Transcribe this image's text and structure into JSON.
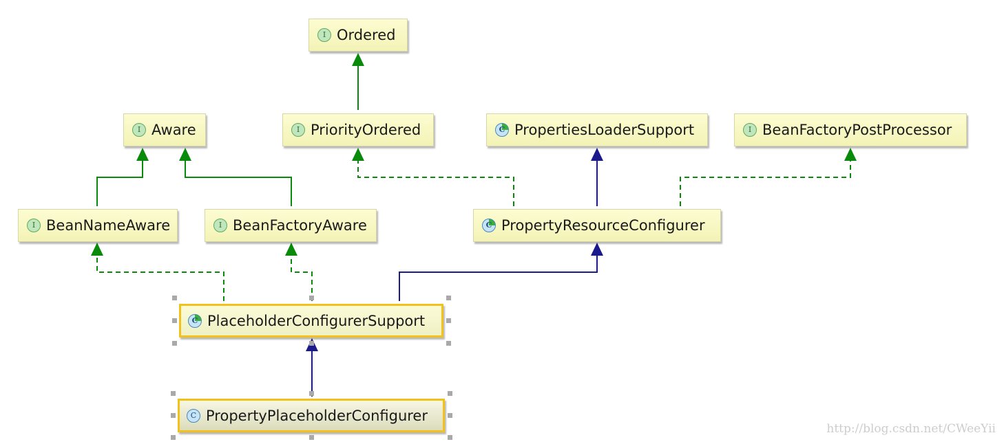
{
  "diagram": {
    "nodes": {
      "ordered": {
        "label": "Ordered",
        "kind": "interface",
        "icon_letter": "I"
      },
      "aware": {
        "label": "Aware",
        "kind": "interface",
        "icon_letter": "I"
      },
      "priority_ordered": {
        "label": "PriorityOrdered",
        "kind": "interface",
        "icon_letter": "I"
      },
      "properties_loader_support": {
        "label": "PropertiesLoaderSupport",
        "kind": "abstract-class",
        "icon_letter": "C"
      },
      "bean_factory_post_processor": {
        "label": "BeanFactoryPostProcessor",
        "kind": "interface",
        "icon_letter": "I"
      },
      "bean_name_aware": {
        "label": "BeanNameAware",
        "kind": "interface",
        "icon_letter": "I"
      },
      "bean_factory_aware": {
        "label": "BeanFactoryAware",
        "kind": "interface",
        "icon_letter": "I"
      },
      "property_resource_configurer": {
        "label": "PropertyResourceConfigurer",
        "kind": "abstract-class",
        "icon_letter": "C"
      },
      "placeholder_configurer_support": {
        "label": "PlaceholderConfigurerSupport",
        "kind": "abstract-class",
        "icon_letter": "C",
        "selected": true
      },
      "property_placeholder_configurer": {
        "label": "PropertyPlaceholderConfigurer",
        "kind": "class",
        "icon_letter": "C",
        "selected": true
      }
    },
    "edges": [
      {
        "from": "priority_ordered",
        "to": "ordered",
        "type": "extends-interface"
      },
      {
        "from": "bean_name_aware",
        "to": "aware",
        "type": "extends-interface"
      },
      {
        "from": "bean_factory_aware",
        "to": "aware",
        "type": "extends-interface"
      },
      {
        "from": "property_resource_configurer",
        "to": "priority_ordered",
        "type": "implements"
      },
      {
        "from": "property_resource_configurer",
        "to": "properties_loader_support",
        "type": "extends-class"
      },
      {
        "from": "property_resource_configurer",
        "to": "bean_factory_post_processor",
        "type": "implements"
      },
      {
        "from": "placeholder_configurer_support",
        "to": "bean_name_aware",
        "type": "implements"
      },
      {
        "from": "placeholder_configurer_support",
        "to": "bean_factory_aware",
        "type": "implements"
      },
      {
        "from": "placeholder_configurer_support",
        "to": "property_resource_configurer",
        "type": "extends-class"
      },
      {
        "from": "property_placeholder_configurer",
        "to": "placeholder_configurer_support",
        "type": "extends-class"
      }
    ],
    "colors": {
      "interface_edge": "#0a8a0a",
      "class_edge": "#1a1a8c",
      "selection_border": "#f2c21a"
    }
  },
  "watermark": "http://blog.csdn.net/CWeeYii"
}
